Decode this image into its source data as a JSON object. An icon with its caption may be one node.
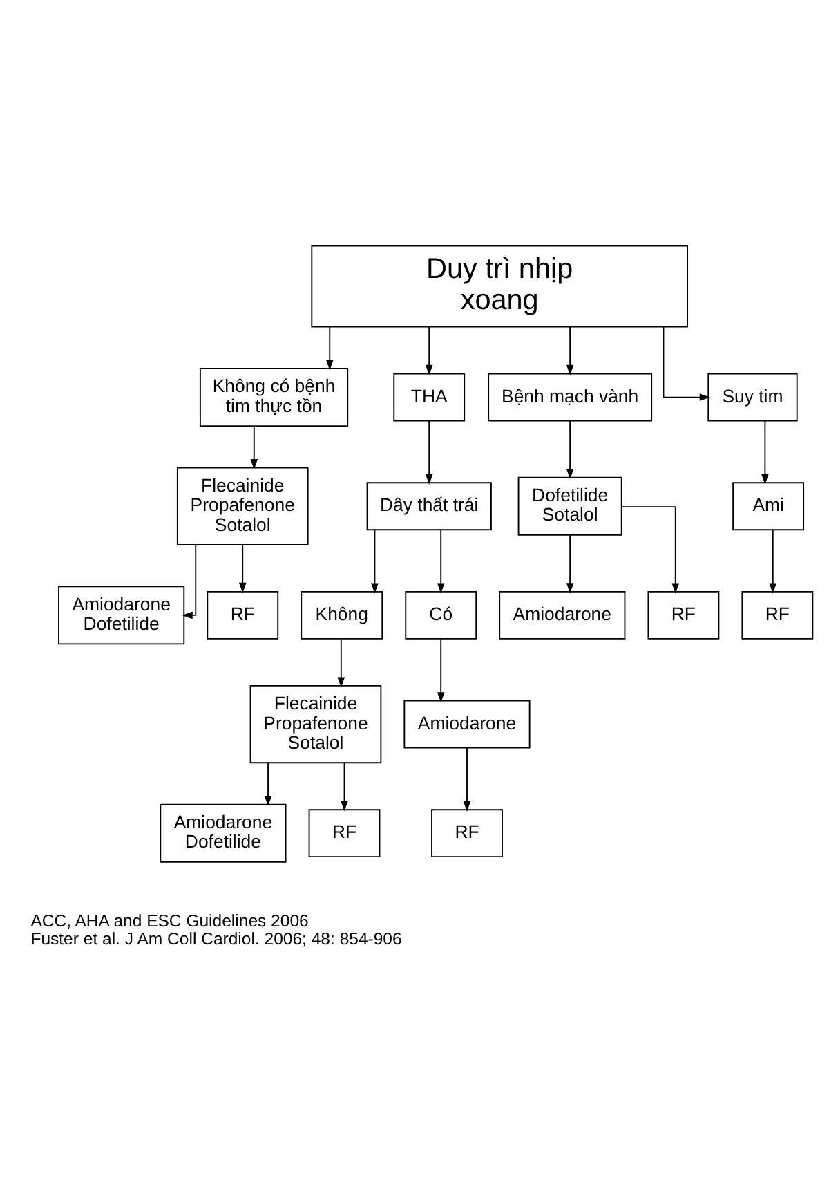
{
  "diagram": {
    "nodes": [
      {
        "text": [
          "Duy trì nhịp xoang"
        ]
      },
      {
        "text": [
          "Không có bệnh tim thực tồn"
        ]
      },
      {
        "text": [
          "THA"
        ]
      },
      {
        "text": [
          "Bệnh mạch vành"
        ]
      },
      {
        "text": [
          "Suy tim"
        ]
      },
      {
        "text": [
          "Flecainide Propafenone Sotalol"
        ]
      },
      {
        "text": [
          "Dây thất trái"
        ]
      },
      {
        "text": [
          "Dofetilide Sotalol"
        ]
      },
      {
        "text": [
          "Ami"
        ]
      },
      {
        "text": [
          "Amiodarone Dofetilide"
        ]
      },
      {
        "text": [
          "RF"
        ]
      },
      {
        "text": [
          "Không"
        ]
      },
      {
        "text": [
          "Có"
        ]
      },
      {
        "text": [
          "Amiodarone"
        ]
      },
      {
        "text": [
          "RF"
        ]
      },
      {
        "text": [
          "RF"
        ]
      },
      {
        "text": [
          "Flecainide Propafenone Sotalol"
        ]
      },
      {
        "text": [
          "Amiodarone"
        ]
      },
      {
        "text": [
          "Amiodarone Dofetilide"
        ]
      },
      {
        "text": [
          "RF"
        ]
      },
      {
        "text": [
          "RF"
        ]
      }
    ],
    "edges": [
      {
        "from": 0,
        "to": 1,
        "arrow": "to"
      },
      {
        "from": 0,
        "to": 2,
        "arrow": "to"
      },
      {
        "from": 0,
        "to": 3,
        "arrow": "to"
      },
      {
        "from": 0,
        "to": 4,
        "arrow": "to"
      },
      {
        "from": 1,
        "to": 5,
        "arrow": "to"
      },
      {
        "from": 2,
        "to": 6,
        "arrow": "to"
      },
      {
        "from": 3,
        "to": 7,
        "arrow": "to"
      },
      {
        "from": 4,
        "to": 8,
        "arrow": "to"
      },
      {
        "from": 5,
        "to": 9,
        "arrow": "to"
      },
      {
        "from": 5,
        "to": 10,
        "arrow": "to"
      },
      {
        "from": 6,
        "to": 11,
        "arrow": "to"
      },
      {
        "from": 6,
        "to": 12,
        "arrow": "to"
      },
      {
        "from": 7,
        "to": 13,
        "arrow": "to"
      },
      {
        "from": 7,
        "to": 14,
        "arrow": "to"
      },
      {
        "from": 8,
        "to": 15,
        "arrow": "to"
      },
      {
        "from": 11,
        "to": 16,
        "arrow": "to"
      },
      {
        "from": 12,
        "to": 17,
        "arrow": "to"
      },
      {
        "from": 16,
        "to": 18,
        "arrow": "to"
      },
      {
        "from": 16,
        "to": 19,
        "arrow": "to"
      },
      {
        "from": 17,
        "to": 20,
        "arrow": "to"
      }
    ],
    "labels": [
      "ACC, AHA and ESC Guidelines 2006",
      "Fuster et al. J Am Coll Cardiol. 2006; 48: 854-906"
    ]
  }
}
